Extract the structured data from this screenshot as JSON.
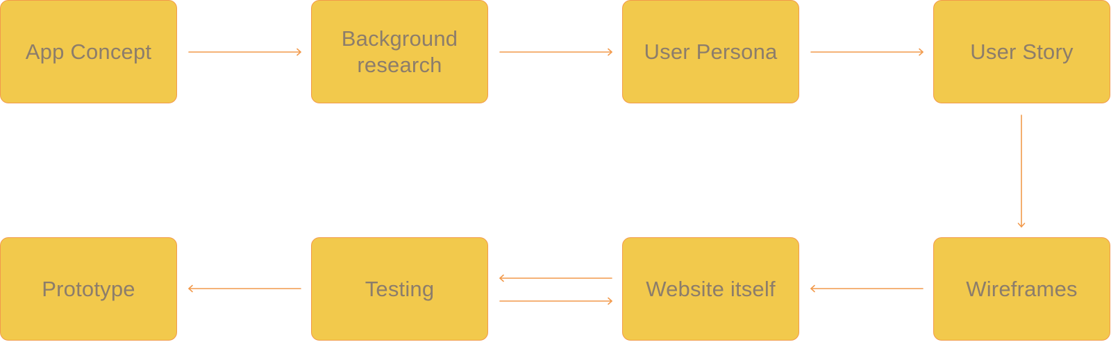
{
  "colors": {
    "node_fill": "#f2c94c",
    "node_border": "#f2994a",
    "arrow": "#f2994a",
    "text": "#8c7d6b",
    "background": "#ffffff"
  },
  "nodes": [
    {
      "id": "app-concept",
      "label": "App Concept"
    },
    {
      "id": "background-research",
      "label": "Background research"
    },
    {
      "id": "user-persona",
      "label": "User Persona"
    },
    {
      "id": "user-story",
      "label": "User Story"
    },
    {
      "id": "wireframes",
      "label": "Wireframes"
    },
    {
      "id": "website-itself",
      "label": "Website itself"
    },
    {
      "id": "testing",
      "label": "Testing"
    },
    {
      "id": "prototype",
      "label": "Prototype"
    }
  ],
  "edges": [
    {
      "from": "app-concept",
      "to": "background-research"
    },
    {
      "from": "background-research",
      "to": "user-persona"
    },
    {
      "from": "user-persona",
      "to": "user-story"
    },
    {
      "from": "user-story",
      "to": "wireframes"
    },
    {
      "from": "wireframes",
      "to": "website-itself"
    },
    {
      "from": "website-itself",
      "to": "testing"
    },
    {
      "from": "testing",
      "to": "website-itself"
    },
    {
      "from": "testing",
      "to": "prototype"
    }
  ]
}
